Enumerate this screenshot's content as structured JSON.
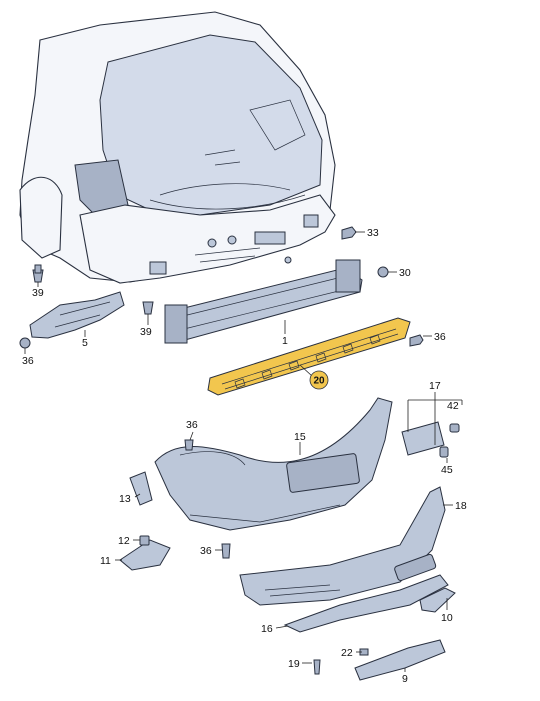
{
  "diagram": {
    "labels": {
      "p33": "33",
      "p30": "30",
      "p39a": "39",
      "p36a": "36",
      "p5": "5",
      "p39b": "39",
      "p1": "1",
      "p36b": "36",
      "p20": "20",
      "p17": "17",
      "p42": "42",
      "p36c": "36",
      "p15": "15",
      "p45": "45",
      "p13": "13",
      "p18": "18",
      "p12": "12",
      "p11": "11",
      "p36d": "36",
      "p10": "10",
      "p16": "16",
      "p22": "22",
      "p19": "19",
      "p9": "9"
    },
    "colors": {
      "parts": "#bcc7d9",
      "highlight_part": "#f2c64e",
      "highlight_badge": "#f2c64e",
      "outline": "#2a3140"
    }
  }
}
